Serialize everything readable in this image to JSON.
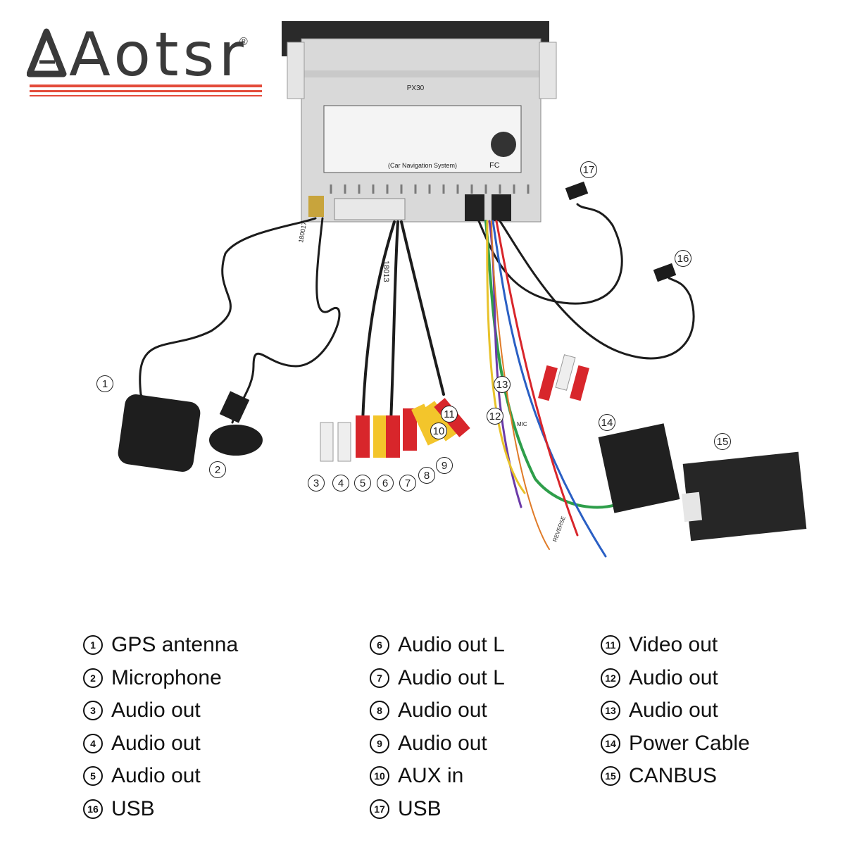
{
  "brand": {
    "name": "Aotsr",
    "registered": "®"
  },
  "unit": {
    "model_label": "PX30",
    "sticker_caption": "(Car Navigation System)",
    "cert_label": "FC"
  },
  "harness_tags": {
    "power_tag": "18013",
    "side_tag": "180017",
    "mic_tag": "MIC",
    "reverse_tag": "REVERSE"
  },
  "callouts": [
    "1",
    "2",
    "3",
    "4",
    "5",
    "6",
    "7",
    "8",
    "9",
    "10",
    "11",
    "12",
    "13",
    "14",
    "15",
    "16",
    "17"
  ],
  "legend": {
    "column1": [
      {
        "num": "1",
        "label": "GPS antenna"
      },
      {
        "num": "2",
        "label": "Microphone"
      },
      {
        "num": "3",
        "label": "Audio out"
      },
      {
        "num": "4",
        "label": "Audio out"
      },
      {
        "num": "5",
        "label": "Audio out"
      },
      {
        "num": "16",
        "label": "USB"
      }
    ],
    "column2": [
      {
        "num": "6",
        "label": "Audio out L"
      },
      {
        "num": "7",
        "label": "Audio out L"
      },
      {
        "num": "8",
        "label": "Audio out"
      },
      {
        "num": "9",
        "label": "Audio out"
      },
      {
        "num": "10",
        "label": "AUX in"
      },
      {
        "num": "17",
        "label": "USB"
      }
    ],
    "column3": [
      {
        "num": "11",
        "label": "Video out"
      },
      {
        "num": "12",
        "label": "Audio out"
      },
      {
        "num": "13",
        "label": "Audio out"
      },
      {
        "num": "14",
        "label": "Power Cable"
      },
      {
        "num": "15",
        "label": "CANBUS"
      }
    ]
  },
  "colors": {
    "wire_dark": "#1c1c1c",
    "rca_red": "#d8262b",
    "rca_yellow": "#f3c52b",
    "rca_white": "#eeeeee",
    "canbus_box": "#262626",
    "wire_green": "#2e9e4a",
    "wire_purple": "#6b3aa8",
    "wire_blue": "#2a5fc4"
  }
}
